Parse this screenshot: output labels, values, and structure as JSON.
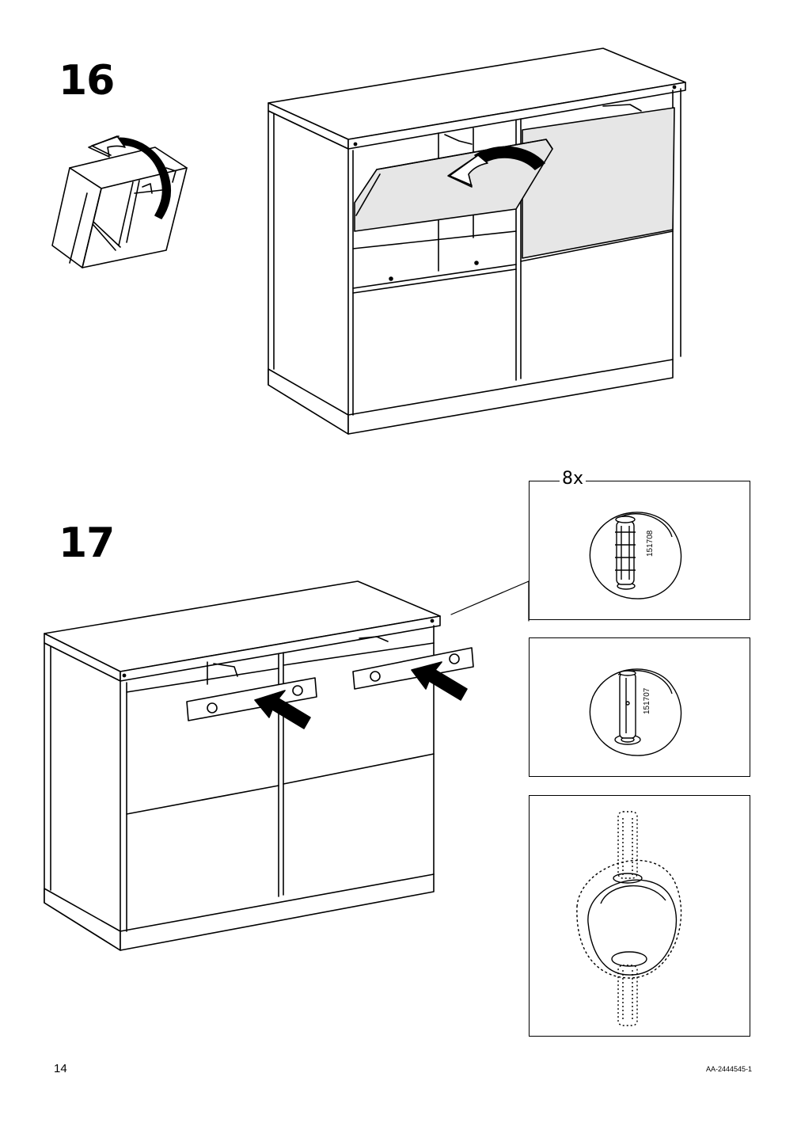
{
  "steps": {
    "step16": "16",
    "step17": "17"
  },
  "details": {
    "quantity": "8x",
    "part_number_1": "151708",
    "part_number_2": "151707"
  },
  "footer": {
    "page_number": "14",
    "document_id": "AA-2444545-1"
  },
  "colors": {
    "line": "#000000",
    "panel_fill": "#e6e6e6",
    "background": "#ffffff"
  },
  "icons": {
    "rotate_arrow": "rotate-arrow-icon",
    "push_arrow": "push-arrow-icon"
  }
}
